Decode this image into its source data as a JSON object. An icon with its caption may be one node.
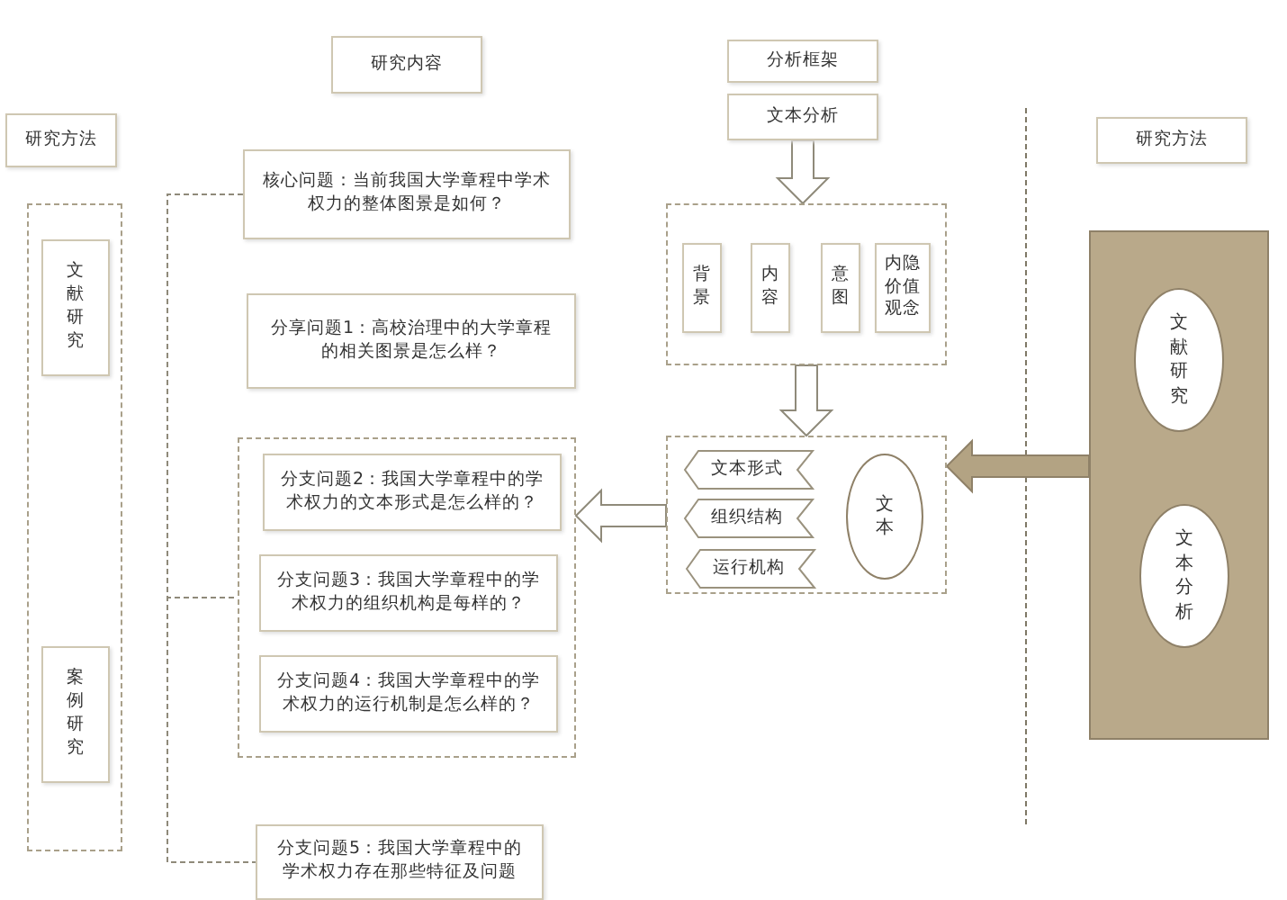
{
  "diagram": {
    "nodes": [
      {
        "text": [
          "研究方法"
        ]
      },
      {
        "text": [],
        "shape": "box"
      },
      {
        "text": [
          "文献研究"
        ],
        "in": 1
      },
      {
        "text": [
          "案例研究"
        ],
        "in": 1
      },
      {
        "text": [
          "研究内容"
        ]
      },
      {
        "text": [
          "核心问题：当前我国大学章程中学术权力的整体图景是如何？"
        ]
      },
      {
        "text": [
          "分享问题1：高校治理中的大学章程的相关图景是怎么样？"
        ]
      },
      {
        "text": [],
        "shape": "box"
      },
      {
        "text": [
          "分支问题2：我国大学章程中的学术权力的文本形式是怎么样的？"
        ],
        "in": 7
      },
      {
        "text": [
          "分支问题3：我国大学章程中的学术权力的组织机构是每样的？"
        ],
        "in": 7
      },
      {
        "text": [
          "分支问题4：我国大学章程中的学术权力的运行机制是怎么样的？"
        ],
        "in": 7
      },
      {
        "text": [
          "分支问题5：我国大学章程中的学术权力存在那些特征及问题"
        ]
      },
      {
        "text": [
          "分析框架"
        ]
      },
      {
        "text": [
          "文本分析"
        ]
      },
      {
        "text": [],
        "shape": "box"
      },
      {
        "text": [
          "背景"
        ],
        "in": 14
      },
      {
        "text": [
          "内容"
        ],
        "in": 14
      },
      {
        "text": [
          "意图"
        ],
        "in": 14
      },
      {
        "text": [
          "内隐价值观念"
        ],
        "in": 14
      },
      {
        "text": [],
        "shape": "box"
      },
      {
        "text": [
          "文本形式"
        ],
        "in": 19
      },
      {
        "text": [
          "组织结构"
        ],
        "in": 19
      },
      {
        "text": [
          "运行机构"
        ],
        "in": 19
      },
      {
        "text": [
          "文本"
        ],
        "in": 19
      },
      {
        "text": [
          "研究方法"
        ]
      },
      {
        "text": [],
        "shape": "box"
      },
      {
        "text": [
          "文献研究"
        ],
        "in": 25
      },
      {
        "text": [
          "文本分析"
        ],
        "in": 25
      }
    ],
    "edges": [
      {
        "from": 5,
        "to": 7,
        "arrow": "none",
        "style": "dashed"
      },
      {
        "from": 5,
        "to": 11,
        "arrow": "none",
        "style": "dashed"
      },
      {
        "from": 13,
        "to": 14,
        "arrow": "to"
      },
      {
        "from": 14,
        "to": 19,
        "arrow": "to"
      },
      {
        "from": 19,
        "to": 7,
        "arrow": "to"
      },
      {
        "from": 25,
        "to": 19,
        "arrow": "to",
        "color": "#b3a383"
      }
    ]
  }
}
